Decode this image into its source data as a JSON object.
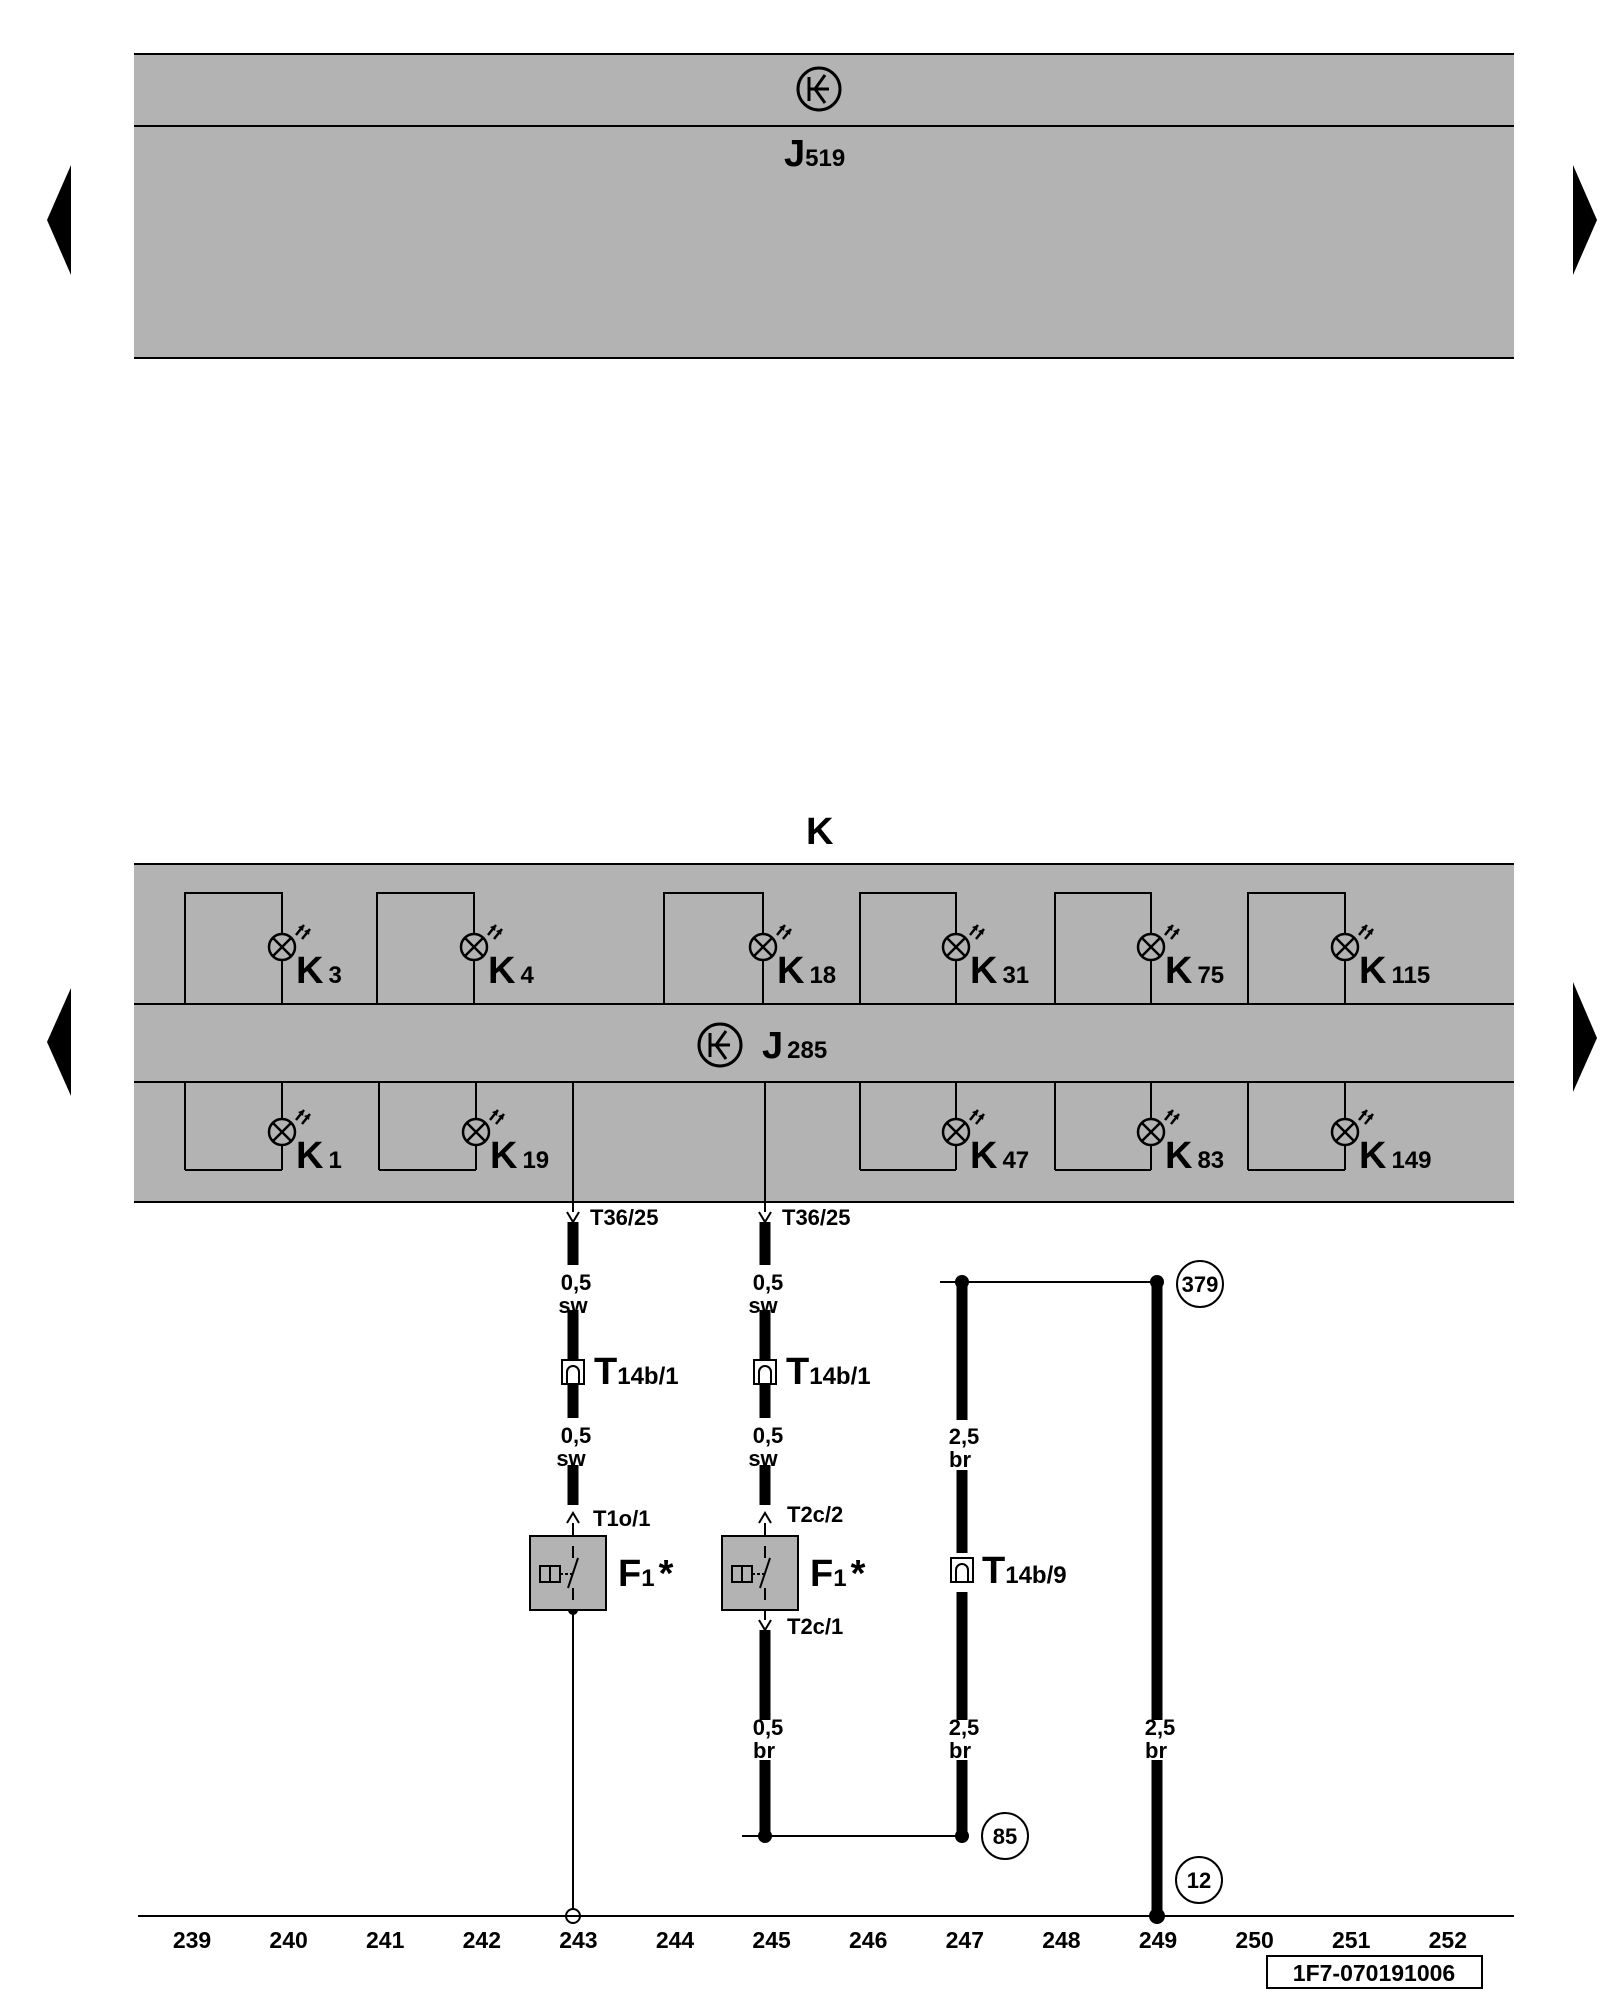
{
  "modules": {
    "j519": {
      "label": "J",
      "sub": "519"
    },
    "k_group": {
      "title": "K"
    },
    "j285": {
      "label": "J",
      "sub": "285"
    }
  },
  "lamps_top": [
    {
      "label": "K",
      "sub": "3"
    },
    {
      "label": "K",
      "sub": "4"
    },
    {
      "label": "K",
      "sub": "18"
    },
    {
      "label": "K",
      "sub": "31"
    },
    {
      "label": "K",
      "sub": "75"
    },
    {
      "label": "K",
      "sub": "115"
    }
  ],
  "lamps_bottom": [
    {
      "label": "K",
      "sub": "1"
    },
    {
      "label": "K",
      "sub": "19"
    },
    {
      "label": "K",
      "sub": "47"
    },
    {
      "label": "K",
      "sub": "83"
    },
    {
      "label": "K",
      "sub": "149"
    }
  ],
  "connectors": {
    "t36_a": "T36/25",
    "t36_b": "T36/25",
    "t1o": "T1o/1",
    "t2c2": "T2c/2",
    "t2c1": "T2c/1"
  },
  "plugs": {
    "t14b1_a": {
      "label": "T",
      "sub": "14b/1"
    },
    "t14b1_b": {
      "label": "T",
      "sub": "14b/1"
    },
    "t14b9": {
      "label": "T",
      "sub": "14b/9"
    }
  },
  "wires": {
    "w1_gauge": "0,5",
    "w1_color": "sw",
    "w2_gauge": "0,5",
    "w2_color": "sw",
    "w3_gauge": "0,5",
    "w3_color": "sw",
    "w4_gauge": "0,5",
    "w4_color": "sw",
    "w5_gauge": "2,5",
    "w5_color": "br",
    "w6_gauge": "0,5",
    "w6_color": "br",
    "w7_gauge": "2,5",
    "w7_color": "br",
    "w8_gauge": "2,5",
    "w8_color": "br"
  },
  "switches": {
    "f1_a": {
      "label": "F",
      "sub": "1",
      "mark": "*"
    },
    "f1_b": {
      "label": "F",
      "sub": "1",
      "mark": "*"
    }
  },
  "ground_refs": {
    "r379": "379",
    "r85": "85",
    "r12": "12"
  },
  "columns": [
    "239",
    "240",
    "241",
    "242",
    "243",
    "244",
    "245",
    "246",
    "247",
    "248",
    "249",
    "250",
    "251",
    "252"
  ],
  "diagram_id": "1F7-070191006",
  "colors": {
    "module_fill": "#b3b3b3",
    "line": "#000000",
    "background": "#ffffff"
  }
}
